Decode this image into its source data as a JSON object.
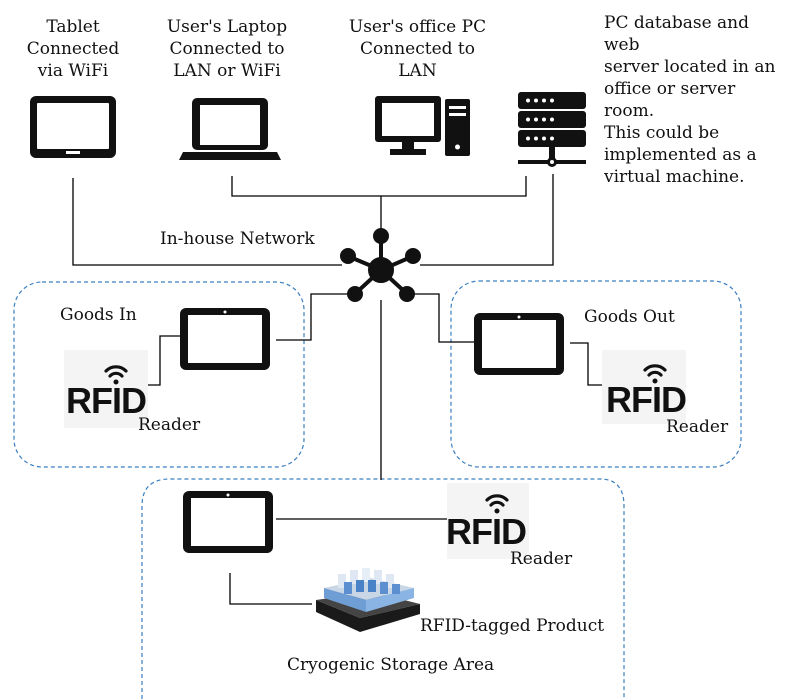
{
  "devices": {
    "tablet": {
      "label": "Tablet\nConnected\nvia WiFi",
      "icon": "tablet-icon"
    },
    "laptop": {
      "label": "User's Laptop\nConnected to\nLAN or WiFi",
      "icon": "laptop-icon"
    },
    "office_pc": {
      "label": "User's office PC\nConnected to\nLAN",
      "icon": "desktop-pc-icon"
    },
    "server": {
      "label": "PC database and web\nserver located in an\noffice or server room.\nThis could be\nimplemented as a\nvirtual machine.",
      "icon": "server-icon"
    }
  },
  "network": {
    "label": "In-house Network",
    "icon": "network-hub-icon"
  },
  "zones": {
    "goods_in": {
      "title": "Goods In",
      "reader_label": "Reader",
      "rfid_text": "RFID"
    },
    "goods_out": {
      "title": "Goods Out",
      "reader_label": "Reader",
      "rfid_text": "RFID"
    },
    "storage": {
      "title": "Cryogenic Storage Area",
      "reader_label": "Reader",
      "rfid_text": "RFID",
      "product_label": "RFID-tagged Product"
    }
  },
  "colors": {
    "line": "#000000",
    "zone_border": "#3a7fc1",
    "icon": "#111111"
  }
}
